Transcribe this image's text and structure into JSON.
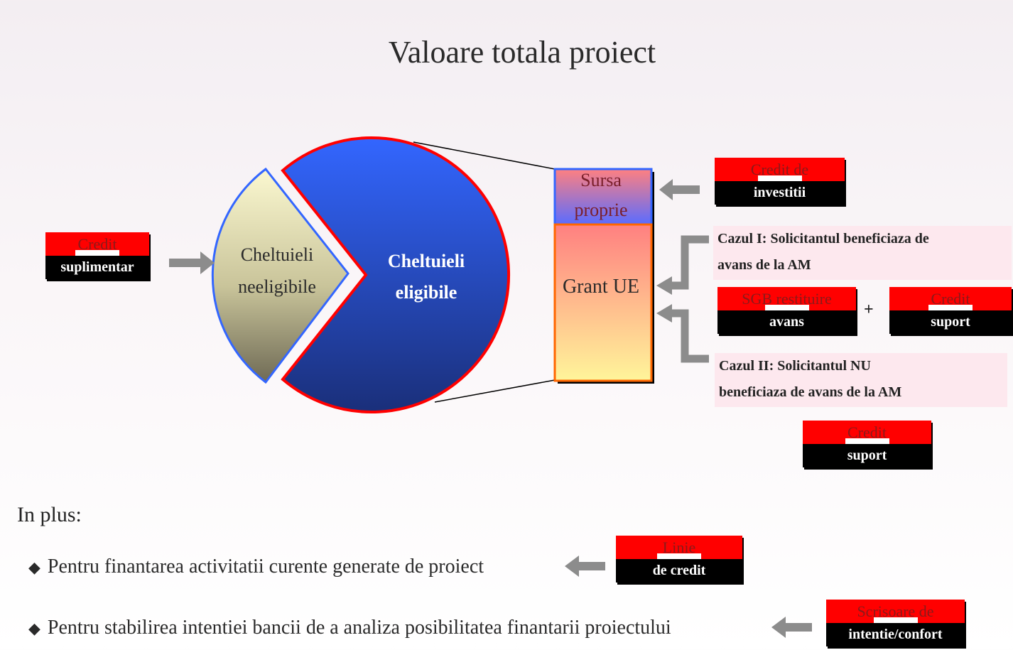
{
  "title": "Valoare totala proiect",
  "pie": {
    "eligible_label_1": "Cheltuieli",
    "eligible_label_2": "eligibile",
    "ineligible_label_1": "Cheltuieli",
    "ineligible_label_2": "neeligibile"
  },
  "stack": {
    "top_label_1": "Sursa",
    "top_label_2": "proprie",
    "bottom_label": "Grant UE"
  },
  "badges": {
    "credit_suplimentar": {
      "top": "Credit",
      "bottom": "suplimentar"
    },
    "credit_investitii": {
      "top": "Credit de",
      "bottom": "investitii"
    },
    "sgb_restituire_avans": {
      "top": "SGB restituire",
      "bottom": "avans"
    },
    "credit_suport_1": {
      "top": "Credit",
      "bottom": "suport"
    },
    "credit_suport_2": {
      "top": "Credit",
      "bottom": "suport"
    },
    "linie_credit": {
      "top": "Linie",
      "bottom": "de credit"
    },
    "scrisoare": {
      "top": "Scrisoare de",
      "bottom": "intentie/confort"
    }
  },
  "cases": {
    "case1_line1": "Cazul I: Solicitantul beneficiaza de",
    "case1_line2": "avans de la AM",
    "case2_line1": "Cazul II: Solicitantul NU",
    "case2_line2": "beneficiaza de avans de la AM"
  },
  "plus_sign": "+",
  "in_plus": "In plus:",
  "bullets": [
    "Pentru finantarea activitatii curente generate de proiect",
    "Pentru stabilirea intentiei bancii de a analiza posibilitatea finantarii proiectului"
  ],
  "colors": {
    "badge_red": "#ff0000",
    "badge_black": "#000000",
    "pie_blue": "#2f5fff",
    "pie_outline": "#ff0000",
    "arrow_gray": "#8c8c8c"
  }
}
